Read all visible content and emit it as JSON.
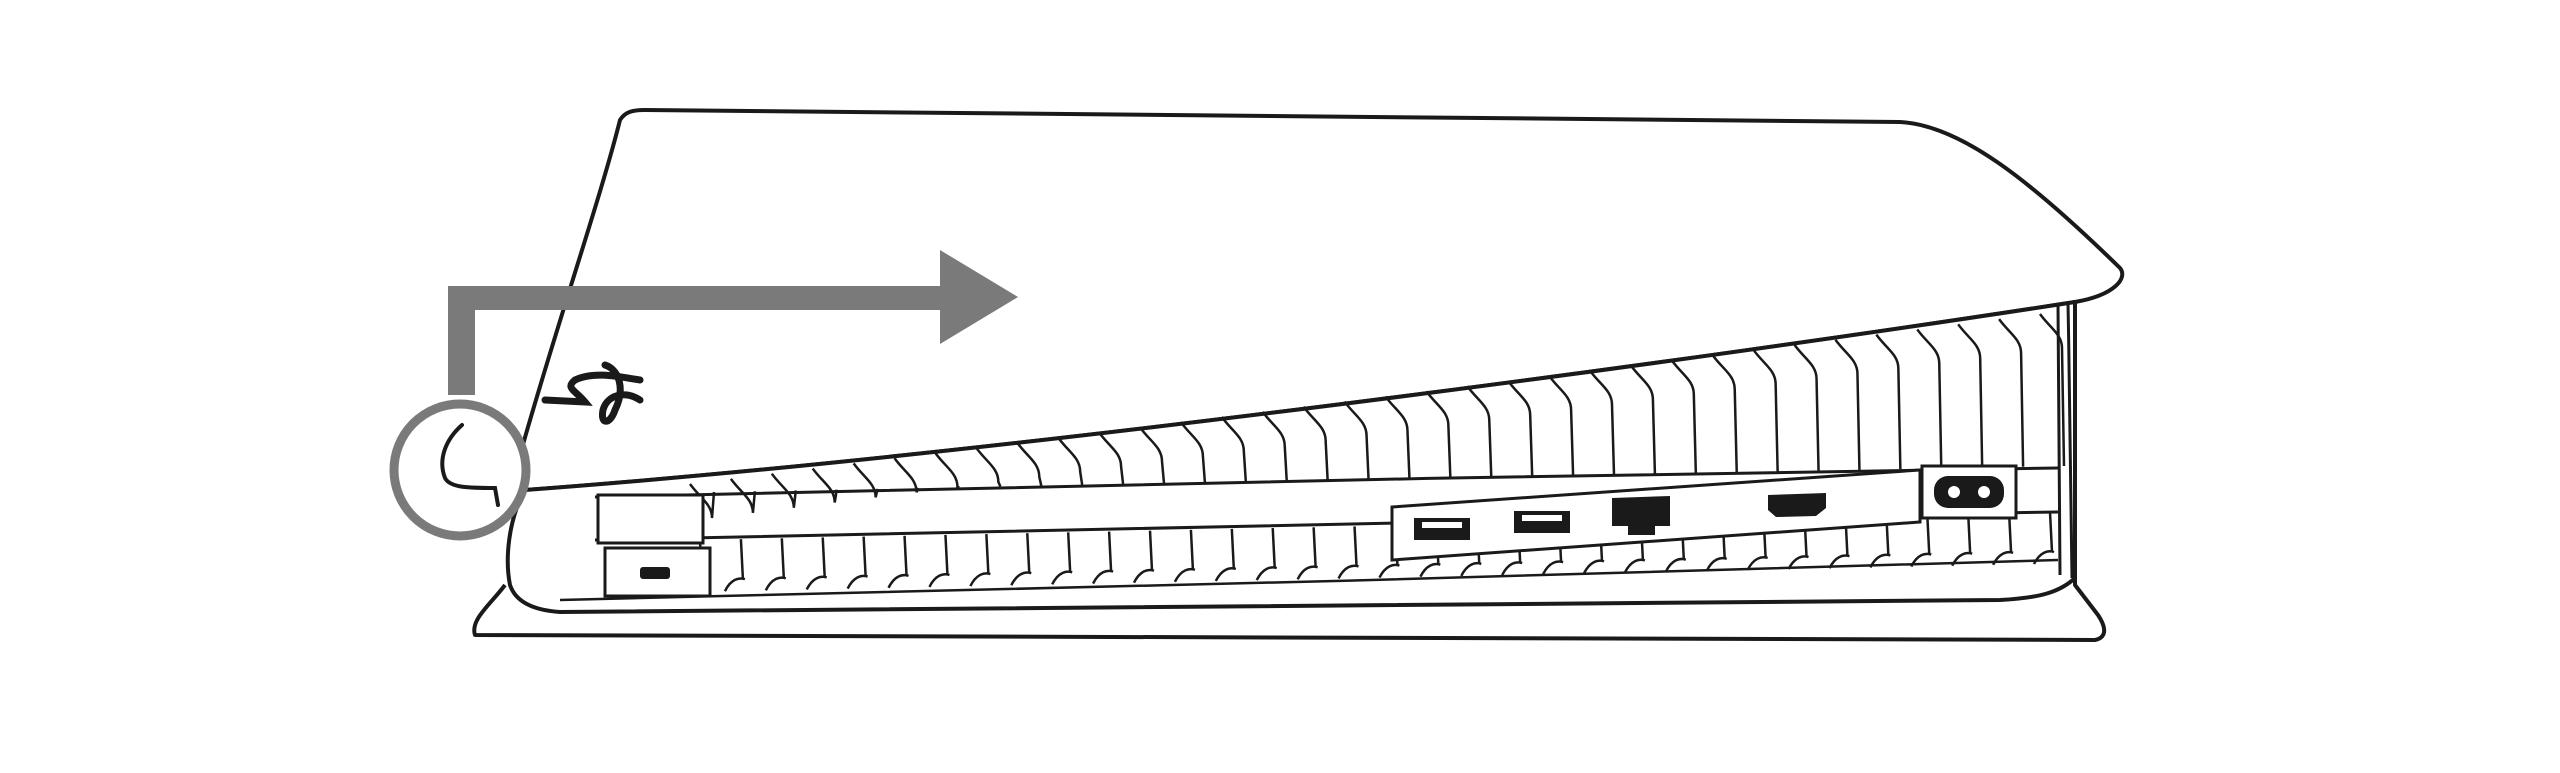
{
  "diagram": {
    "subject": "console-rear-panel-illustration",
    "colors": {
      "outline": "#1a1a1a",
      "body_fill": "#ffffff",
      "arrow": "#7a7a7a",
      "port_fill": "#1a1a1a"
    },
    "vent_count": 34,
    "ports": [
      "usb-c-port",
      "usb-a-port",
      "usb-a-port",
      "ethernet-port",
      "hdmi-port",
      "ac-power-port"
    ],
    "arrow_direction": "right"
  }
}
